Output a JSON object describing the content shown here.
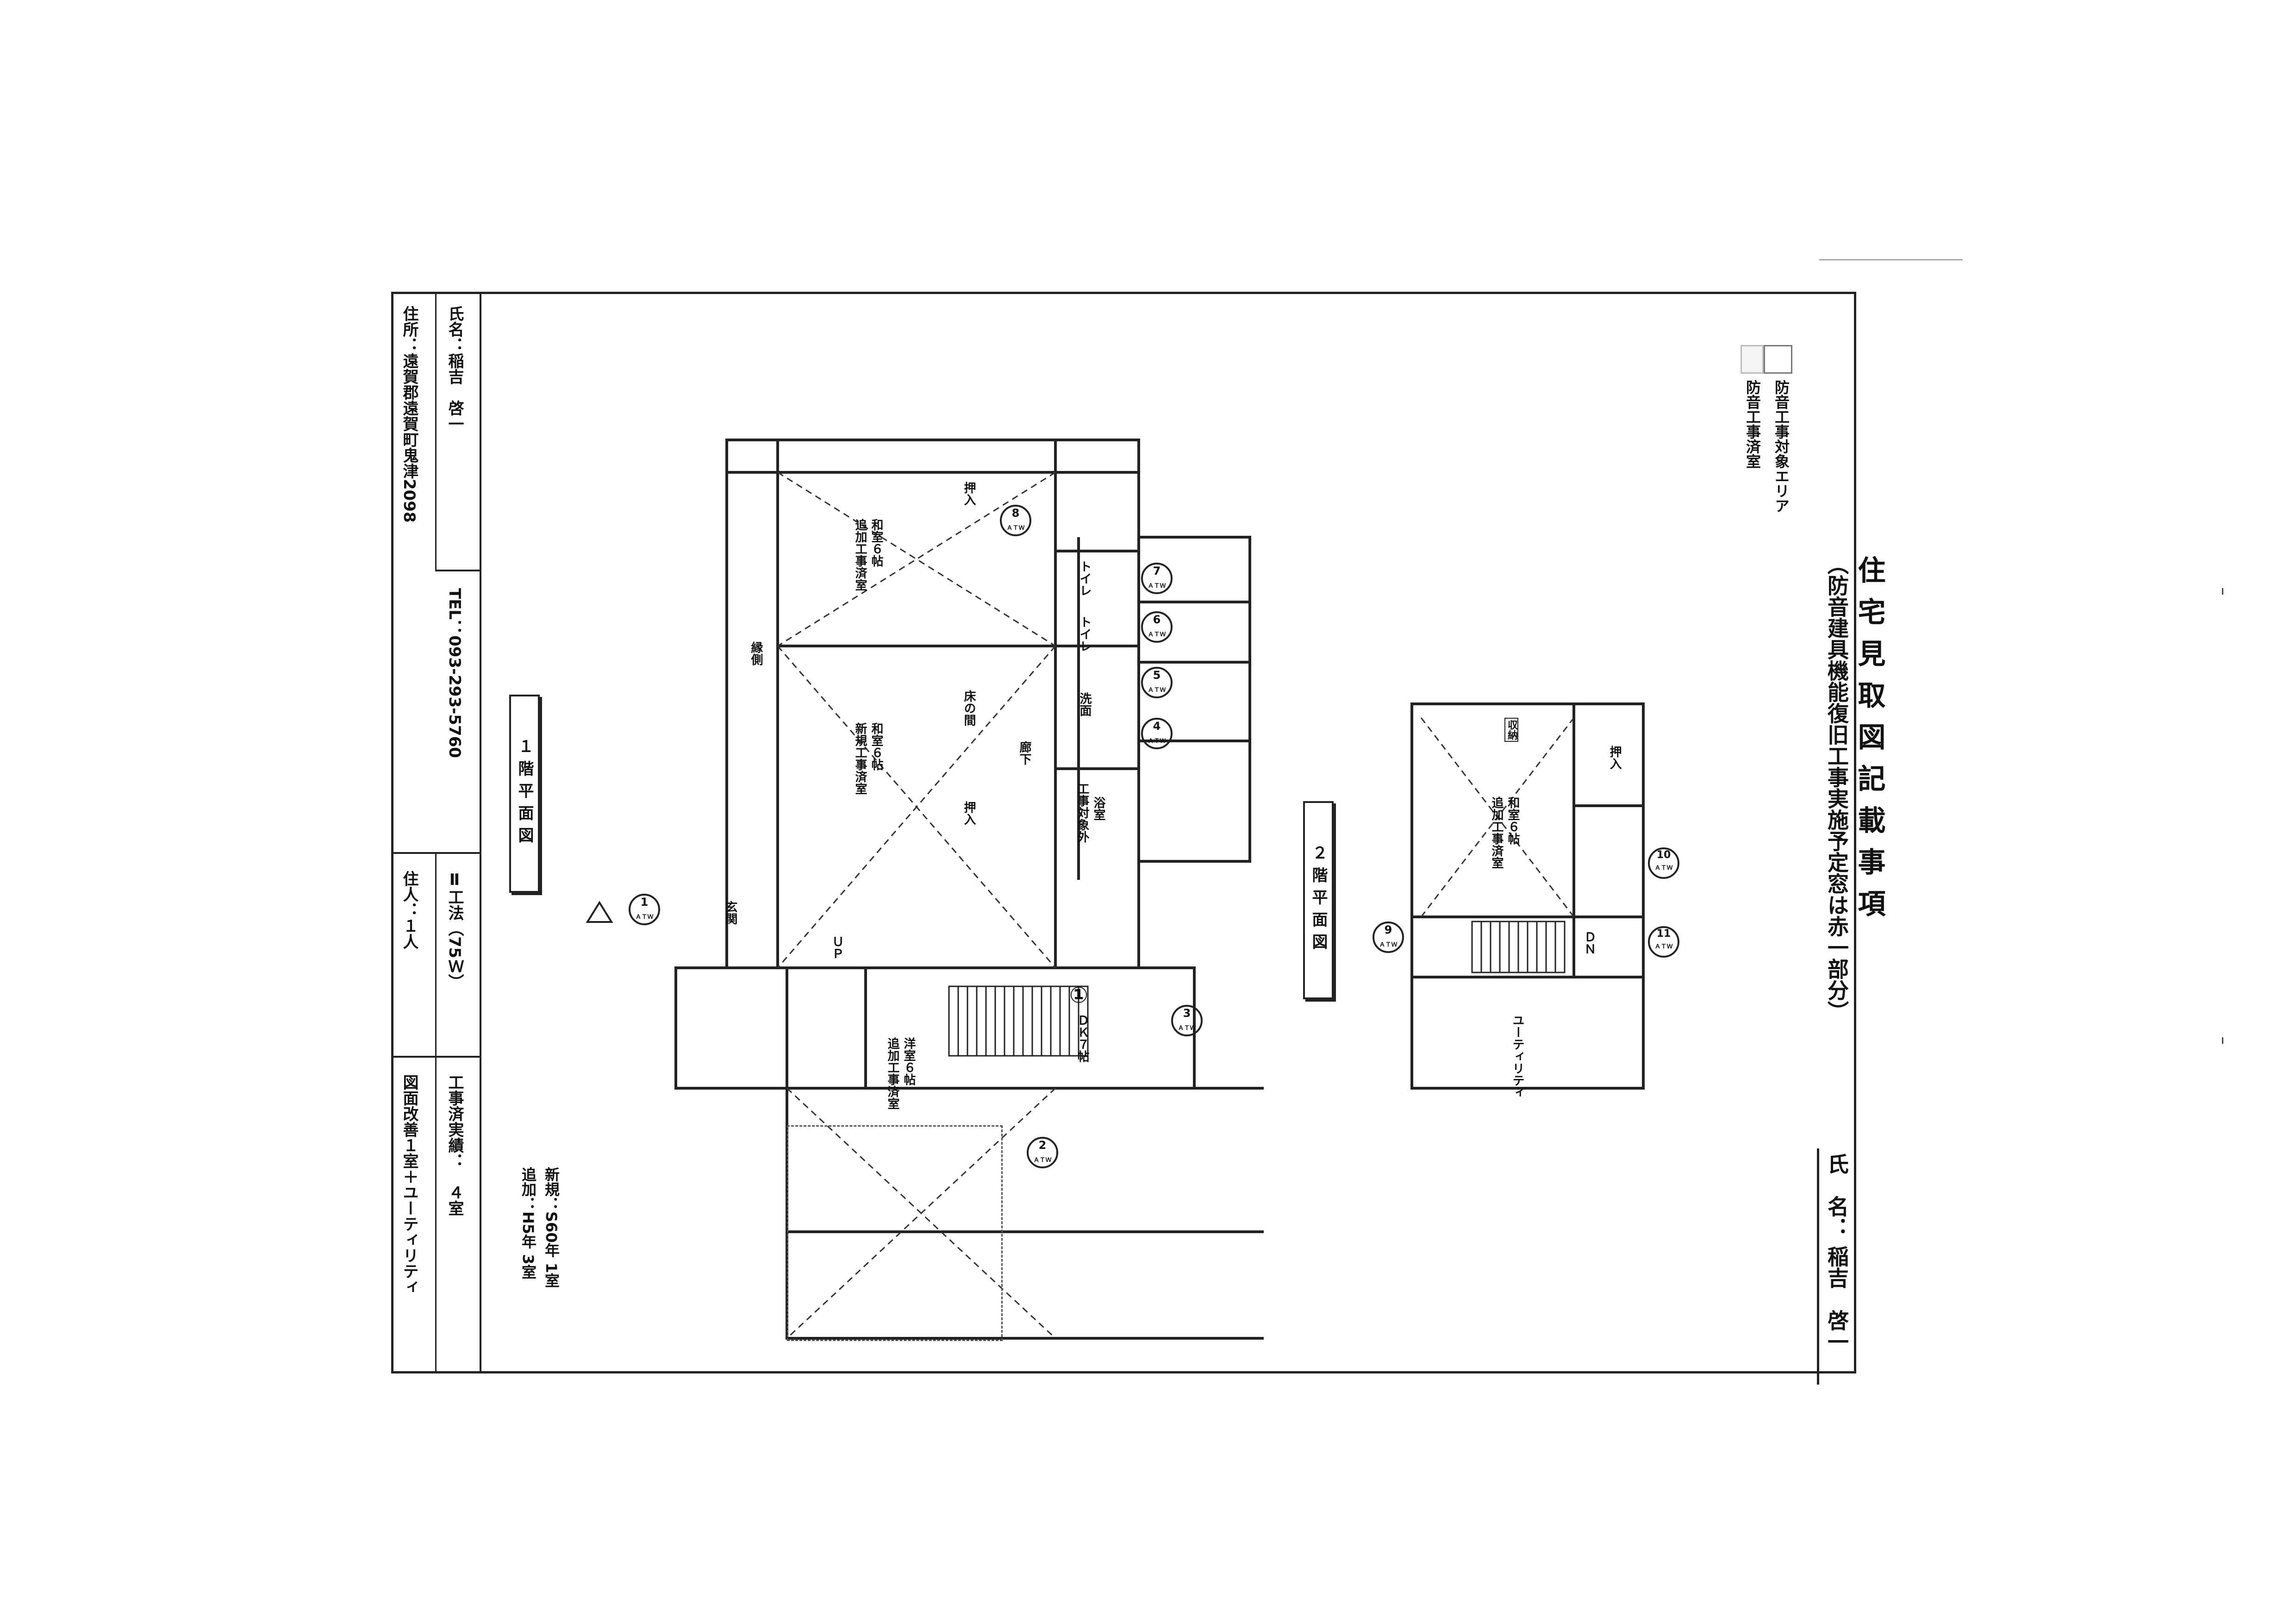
{
  "header": {
    "title": "住宅見取図記載事項",
    "subtitle": "（防音建具機能復旧工事実施予定窓は赤一部分）",
    "owner_label": "氏　名：",
    "owner_name": "稲吉　啓一"
  },
  "legend": {
    "target_area": "防音工事対象エリア",
    "done_room": "防音工事済室"
  },
  "info_column": {
    "name": "氏名：稲吉　啓一",
    "address": "住所：遠賀郡遠賀町鬼津2098",
    "tel": "TEL：093-293-5760",
    "method": "Ⅱ工法（75Ｗ）",
    "residents": "住人：１人",
    "done_count": "工事済実績：　４室",
    "improvement": "図面改善１室＋ユーティリティ"
  },
  "new_construction": {
    "line1": "新規：S60年 1室",
    "line2": "追加：H5年 3室"
  },
  "floor1": {
    "title": "１階平面図",
    "rooms": {
      "washitsu_a": "和室６帖",
      "washitsu_a_status": "追加工事済室",
      "washitsu_b": "和室６帖",
      "washitsu_b_status": "新規工事済室",
      "yoshitsu": "洋室６帖",
      "yoshitsu_status": "追加工事済室",
      "dk": "ＤＫ７帖",
      "dk_number": "①",
      "oshiire_a": "押入",
      "oshiire_b": "押入",
      "tokonoma": "床の間",
      "toilet_a": "トイレ",
      "toilet_b": "トイレ",
      "senmen": "洗面",
      "yokushitsu": "浴室",
      "yokushitsu_status": "工事対象外",
      "rouka": "廊下",
      "engawa": "縁側",
      "genkan": "玄関",
      "up": "ＵＰ"
    },
    "markers": [
      "1",
      "2",
      "3",
      "4",
      "5",
      "6",
      "7",
      "8"
    ],
    "marker_unit": "ＡＴＷ"
  },
  "floor2": {
    "title": "２階平面図",
    "rooms": {
      "washitsu": "和室６帖",
      "washitsu_status": "追加工事済室",
      "oshiire": "押入",
      "utility": "ユーティリティ",
      "dn": "ＤＮ",
      "tag": "収納"
    },
    "markers": [
      "9",
      "10",
      "11"
    ],
    "marker_unit": "ＡＴＷ"
  }
}
